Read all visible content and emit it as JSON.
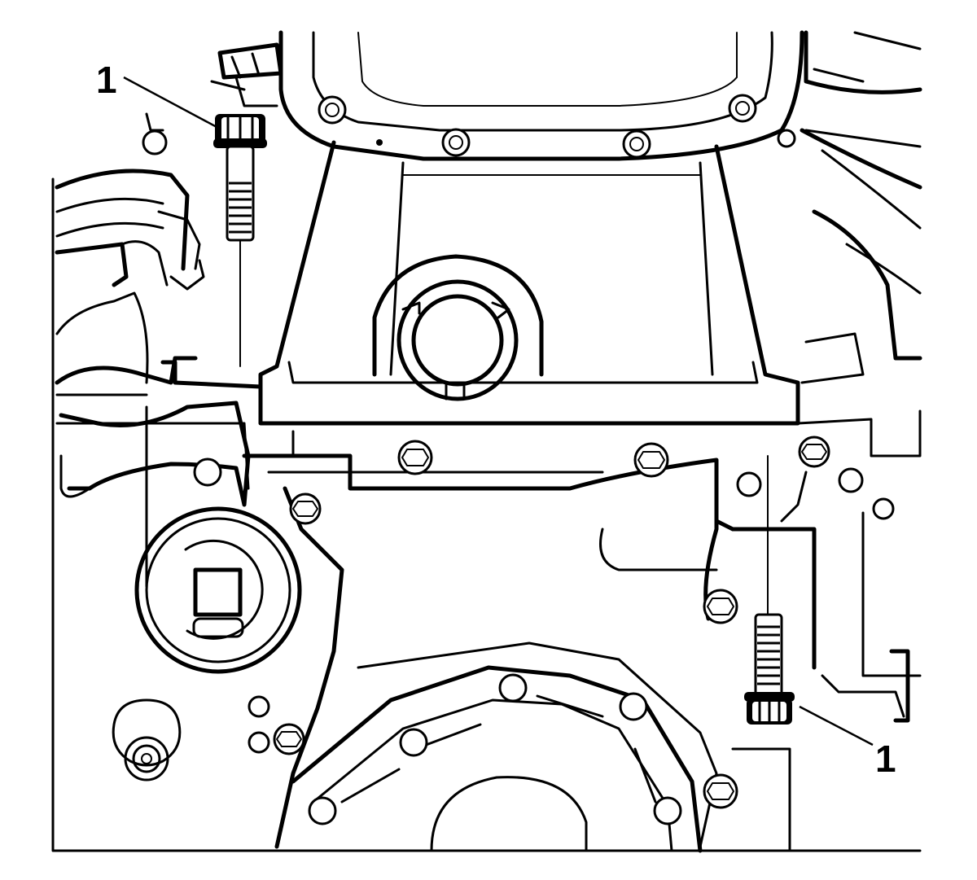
{
  "callouts": [
    {
      "id": "callout-1-upper",
      "label": "1"
    },
    {
      "id": "callout-1-lower",
      "label": "1"
    }
  ],
  "colors": {
    "line": "#000000",
    "background": "#ffffff"
  },
  "icons": {
    "upper_bolt": "bolt-icon",
    "lower_bolt": "bolt-icon"
  }
}
